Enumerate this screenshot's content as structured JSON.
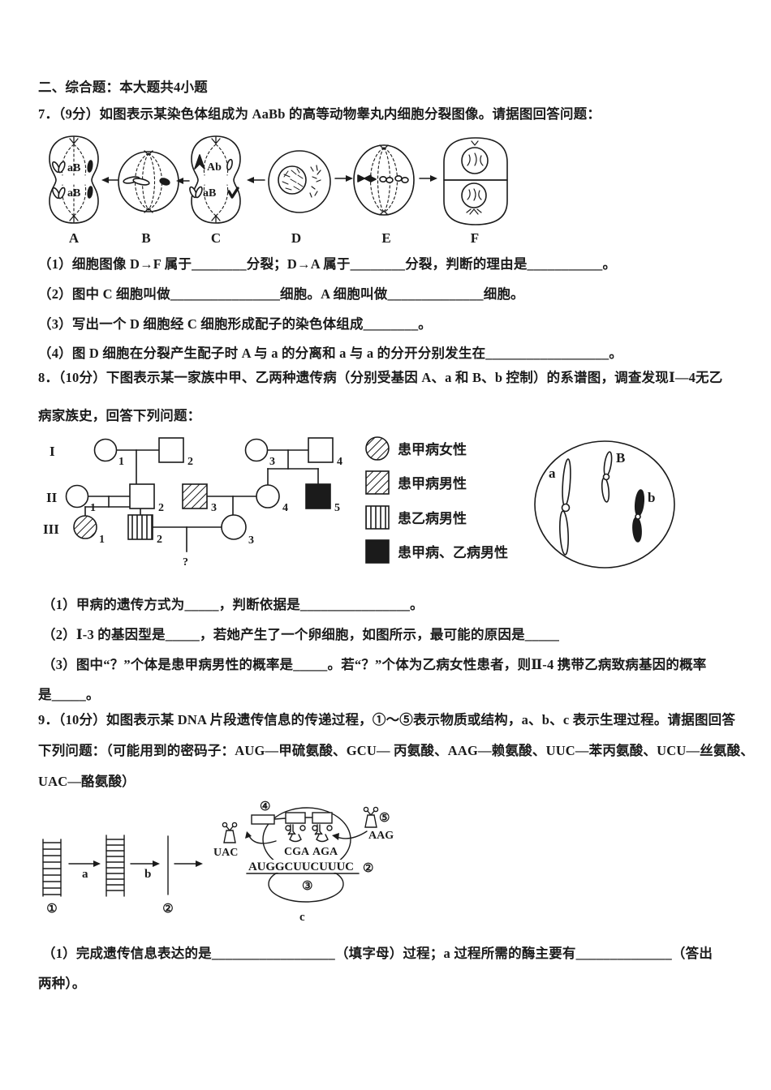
{
  "colors": {
    "ink": "#1b1b1b",
    "paper": "#ffffff"
  },
  "section": {
    "header": "二、综合题：本大题共4小题"
  },
  "q7": {
    "stem": "7．（9分）如图表示某染色体组成为 AaBb 的高等动物睾丸内细胞分裂图像。请据图回答问题：",
    "sub1": "（1）细胞图像 D→F 属于________分裂；D→A 属于________分裂，判断的理由是___________。",
    "sub2": "（2）图中 C 细胞叫做________________细胞。A 细胞叫做______________细胞。",
    "sub3": "（3）写出一个 D 细胞经 C 细胞形成配子的染色体组成________。",
    "sub4": "（4）图 D 细胞在分裂产生配子时 A 与 a 的分离和 a 与 a 的分开分别发生在__________________。",
    "diagram": {
      "cells": [
        "A",
        "B",
        "C",
        "D",
        "E",
        "F"
      ],
      "cellA_top": "aB",
      "cellA_bottom": "aB",
      "cellC_top": "Ab",
      "cellC_bottom": "aB"
    }
  },
  "q8": {
    "stem_line1": "8．（10分）下图表示某一家族中甲、乙两种遗传病（分别受基因 A、a 和 B、b 控制）的系谱图，调查发现Ⅰ—4无乙",
    "stem_line2": "病家族史，回答下列问题：",
    "sub1": "（1）甲病的遗传方式为_____，判断依据是________________。",
    "sub2": "（2）Ⅰ-3 的基因型是_____，若她产生了一个卵细胞，如图所示，最可能的原因是_____",
    "sub3_line1": "（3）图中“？”个体是患甲病男性的概率是_____。若“？”个体为乙病女性患者，则Ⅱ-4 携带乙病致病基因的概率",
    "sub3_line2": "是_____。",
    "pedigree": {
      "gen_labels": [
        "I",
        "II",
        "III"
      ],
      "gen1_numbers": [
        "1",
        "2",
        "3",
        "4"
      ],
      "gen2_numbers": [
        "1",
        "2",
        "3",
        "4",
        "5"
      ],
      "gen3_numbers": [
        "1",
        "2",
        "3"
      ],
      "unknown_child": "?",
      "legend": [
        "患甲病女性",
        "患甲病男性",
        "患乙病男性",
        "患甲病、乙病男性"
      ],
      "chromosome_labels": [
        "a",
        "B",
        "b"
      ]
    }
  },
  "q9": {
    "stem_line1": "9．（10分）如图表示某 DNA 片段遗传信息的传递过程，①～⑤表示物质或结构，a、b、c 表示生理过程。请据图回答",
    "stem_line2": "下列问题：（可能用到的密码子：AUG—甲硫氨酸、GCU— 丙氨酸、AAG—赖氨酸、UUC—苯丙氨酸、UCU—丝氨酸、",
    "stem_line3": "UAC—酪氨酸）",
    "sub1_line1": "（1）完成遗传信息表达的是__________________（填字母）过程；a 过程所需的酶主要有______________（答出",
    "sub1_line2": "两种）。",
    "diagram": {
      "num1": "①",
      "num2": "②",
      "num3": "③",
      "num4": "④",
      "num5": "⑤",
      "proc_a": "a",
      "proc_b": "b",
      "proc_c": "c",
      "mrna": "AUGGCUUCUUUC",
      "trna_leaving": "UAC",
      "anticodon1": "CGA",
      "anticodon2": "AGA",
      "trna_incoming": "AAG"
    }
  }
}
